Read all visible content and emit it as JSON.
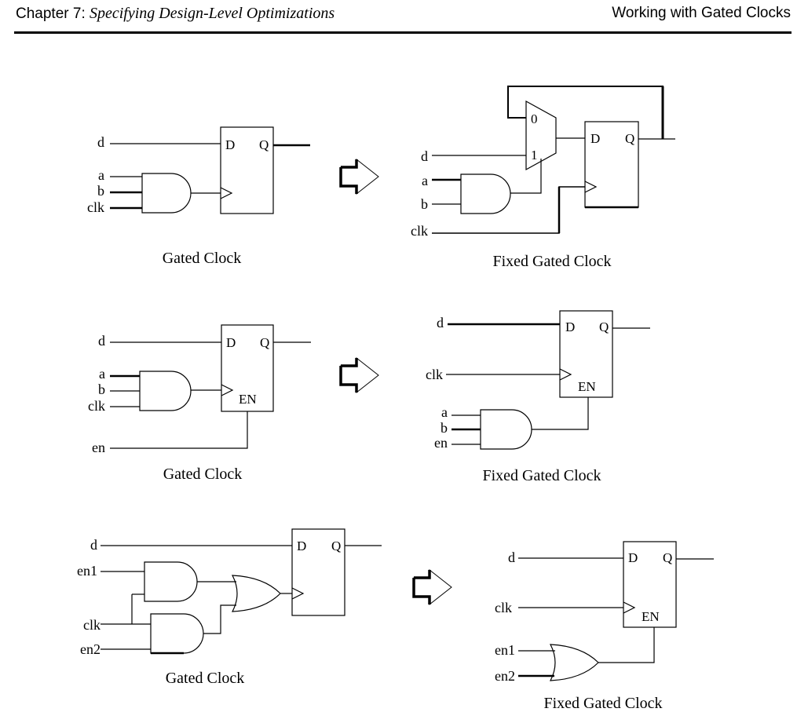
{
  "header": {
    "chapter": "Chapter 7: ",
    "chapter_title": "Specifying Design-Level Optimizations",
    "section": "Working with Gated Clocks"
  },
  "pins": {
    "d": "D",
    "q": "Q",
    "en": "EN",
    "mux0": "0",
    "mux1": "1"
  },
  "diagram1": {
    "left": {
      "inputs": [
        "d",
        "a",
        "b",
        "clk"
      ],
      "caption": "Gated Clock"
    },
    "right": {
      "inputs": [
        "d",
        "a",
        "b",
        "clk"
      ],
      "caption": "Fixed Gated Clock"
    }
  },
  "diagram2": {
    "left": {
      "inputs": [
        "d",
        "a",
        "b",
        "clk",
        "en"
      ],
      "caption": "Gated Clock"
    },
    "right": {
      "inputs": [
        "d",
        "clk",
        "a",
        "b",
        "en"
      ],
      "caption": "Fixed Gated Clock"
    }
  },
  "diagram3": {
    "left": {
      "inputs": [
        "d",
        "en1",
        "clk",
        "en2"
      ],
      "caption": "Gated Clock"
    },
    "right": {
      "inputs": [
        "d",
        "clk",
        "en1",
        "en2"
      ],
      "caption": "Fixed Gated Clock"
    }
  }
}
